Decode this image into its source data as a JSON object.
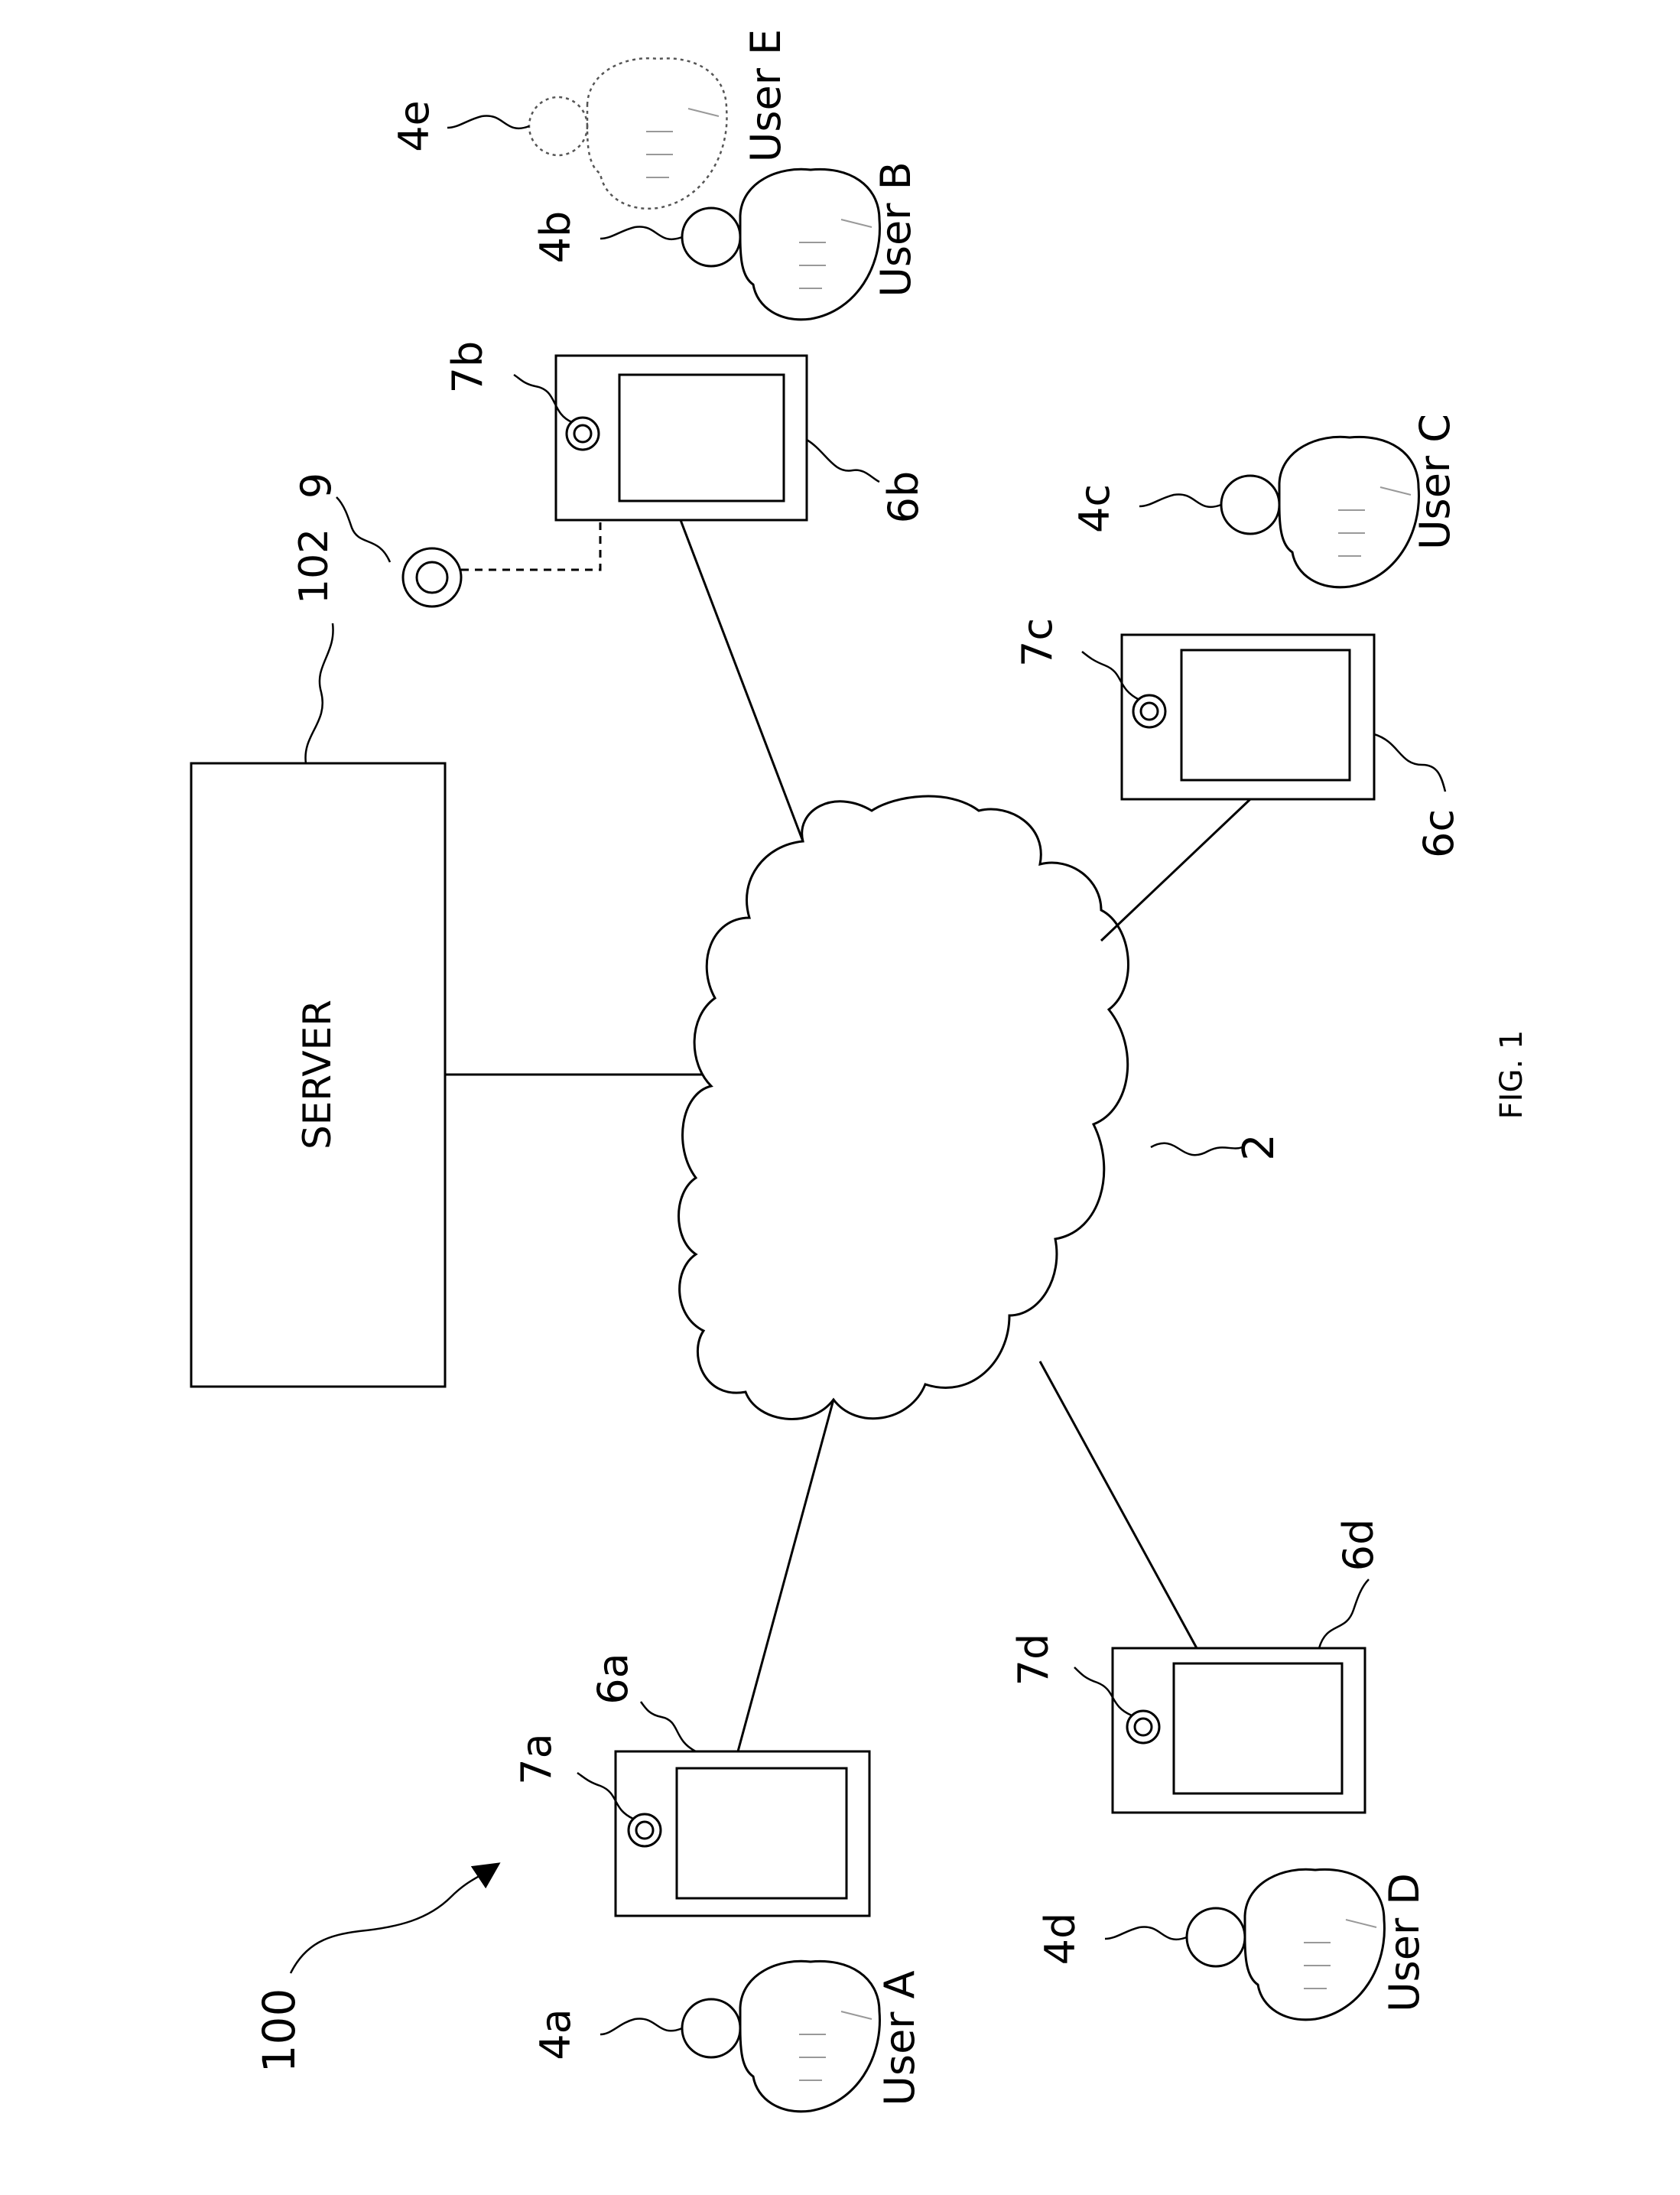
{
  "figure": {
    "caption": "FIG. 1",
    "system_ref": "100"
  },
  "server": {
    "label": "SERVER",
    "ref": "102"
  },
  "network": {
    "ref": "2"
  },
  "accessory": {
    "ref": "9"
  },
  "devices": [
    {
      "id": "a",
      "device_ref": "6a",
      "camera_ref": "7a"
    },
    {
      "id": "b",
      "device_ref": "6b",
      "camera_ref": "7b"
    },
    {
      "id": "c",
      "device_ref": "6c",
      "camera_ref": "7c"
    },
    {
      "id": "d",
      "device_ref": "6d",
      "camera_ref": "7d"
    }
  ],
  "users": [
    {
      "id": "a",
      "ref": "4a",
      "name": "User A"
    },
    {
      "id": "b",
      "ref": "4b",
      "name": "User B"
    },
    {
      "id": "c",
      "ref": "4c",
      "name": "User C"
    },
    {
      "id": "d",
      "ref": "4d",
      "name": "User D"
    },
    {
      "id": "e",
      "ref": "4e",
      "name": "User E",
      "style": "dashed"
    }
  ]
}
